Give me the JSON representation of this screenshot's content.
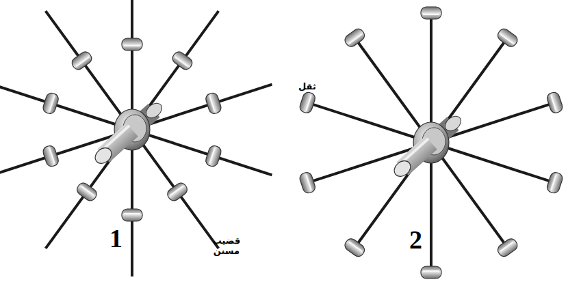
{
  "diagram": {
    "labels": [
      "1",
      "قضيب مسنن",
      "2",
      "ثقل"
    ]
  }
}
